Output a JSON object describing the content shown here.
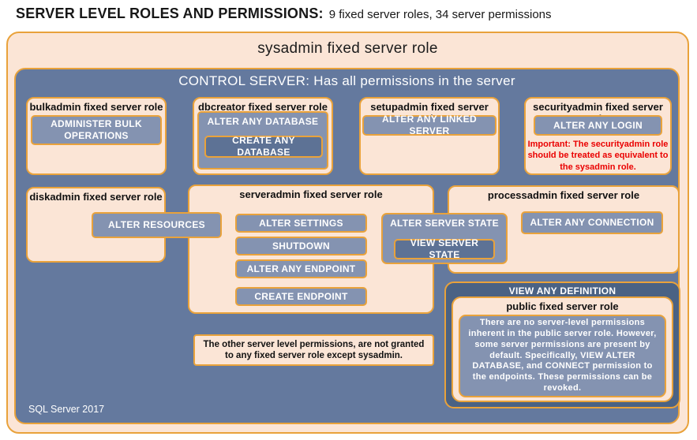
{
  "header": {
    "title_bold": "SERVER LEVEL ROLES AND PERMISSIONS:",
    "title_rest": "9 fixed server roles, 34 server permissions"
  },
  "sysadmin_box": {
    "title": "sysadmin fixed server role"
  },
  "control_server": {
    "header": "CONTROL SERVER: Has all permissions in the server",
    "footer": "SQL Server 2017"
  },
  "roles": {
    "bulkadmin": {
      "title": "bulkadmin fixed server role",
      "permission": "ADMINISTER BULK OPERATIONS"
    },
    "dbcreator": {
      "title": "dbcreator fixed server role",
      "permission_outer": "ALTER ANY DATABASE",
      "permission_inner": "CREATE ANY DATABASE"
    },
    "setupadmin": {
      "title": "setupadmin fixed server role",
      "permission": "ALTER ANY LINKED SERVER"
    },
    "securityadmin": {
      "title": "securityadmin fixed server role",
      "permission": "ALTER ANY LOGIN",
      "note": "Important: The securityadmin role should be treated as equivalent to the sysadmin role."
    },
    "diskadmin": {
      "title": "diskadmin fixed server role",
      "permission": "ALTER RESOURCES"
    },
    "serveradmin": {
      "title": "serveradmin fixed server role",
      "permissions": [
        "ALTER SETTINGS",
        "SHUTDOWN",
        "ALTER ANY ENDPOINT",
        "CREATE ENDPOINT"
      ]
    },
    "processadmin": {
      "title": "processadmin fixed server role",
      "permission": "ALTER ANY CONNECTION"
    },
    "shared_state": {
      "permission_outer": "ALTER SERVER STATE",
      "permission_inner": "VIEW SERVER STATE"
    },
    "public": {
      "container_permission": "VIEW ANY DEFINITION",
      "title": "public fixed server role",
      "description": "There are no server-level permissions inherent in the public server role. However, some server permissions are present by default. Specifically, VIEW ALTER DATABASE, and CONNECT permission to the endpoints. These permissions can be revoked."
    }
  },
  "notes": {
    "other_permissions": "The other server level permissions, are not granted to any fixed server role except sysadmin."
  },
  "colors": {
    "peach": "#FBE5D6",
    "gold_border": "#E9A23B",
    "control_blue": "#64799E",
    "permission_light": "#8493B1",
    "permission_dark": "#5D7295",
    "definition_dark": "#4A6284",
    "note_red": "#EA0000"
  }
}
